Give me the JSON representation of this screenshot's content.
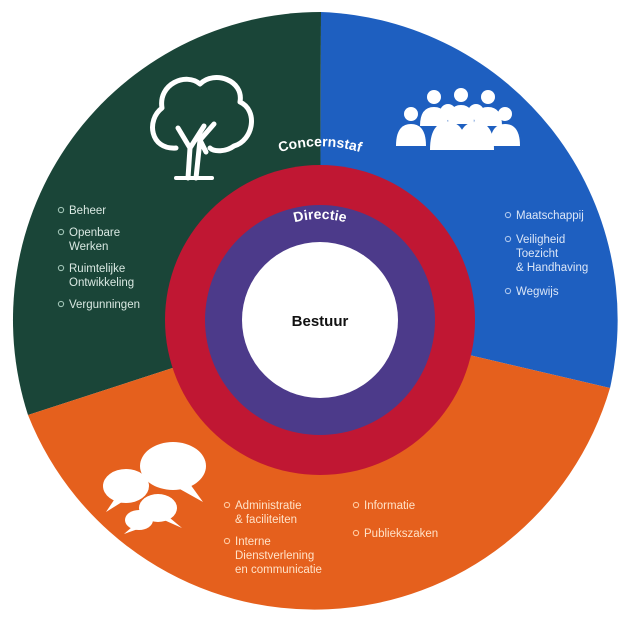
{
  "colors": {
    "green_sector": "#1a4538",
    "blue_sector": "#1e5fc0",
    "orange_sector": "#e5601d",
    "red_ring": "#c01733",
    "purple_ring": "#4c3a8a",
    "center": "#ffffff"
  },
  "sectors": {
    "green": {
      "icon": "tree-icon",
      "items": [
        {
          "lines": [
            "Beheer"
          ]
        },
        {
          "lines": [
            "Openbare",
            "Werken"
          ]
        },
        {
          "lines": [
            "Ruimtelijke",
            "Ontwikkeling"
          ]
        },
        {
          "lines": [
            "Vergunningen"
          ]
        }
      ]
    },
    "blue": {
      "icon": "people-group-icon",
      "items": [
        {
          "lines": [
            "Maatschappij"
          ]
        },
        {
          "lines": [
            "Veiligheid",
            "Toezicht",
            "& Handhaving"
          ]
        },
        {
          "lines": [
            "Wegwijs"
          ]
        }
      ]
    },
    "orange": {
      "icon": "speech-bubbles-icon",
      "items_left": [
        {
          "lines": [
            "Administratie",
            "& faciliteiten"
          ]
        },
        {
          "lines": [
            "Interne",
            "Dienstverlening",
            "en communicatie"
          ]
        }
      ],
      "items_right": [
        {
          "lines": [
            "Informatie"
          ]
        },
        {
          "lines": [
            "Publiekszaken"
          ]
        }
      ]
    }
  },
  "rings": {
    "outer_label": "Concernstaf",
    "inner_label": "Directie",
    "center_label": "Bestuur"
  }
}
